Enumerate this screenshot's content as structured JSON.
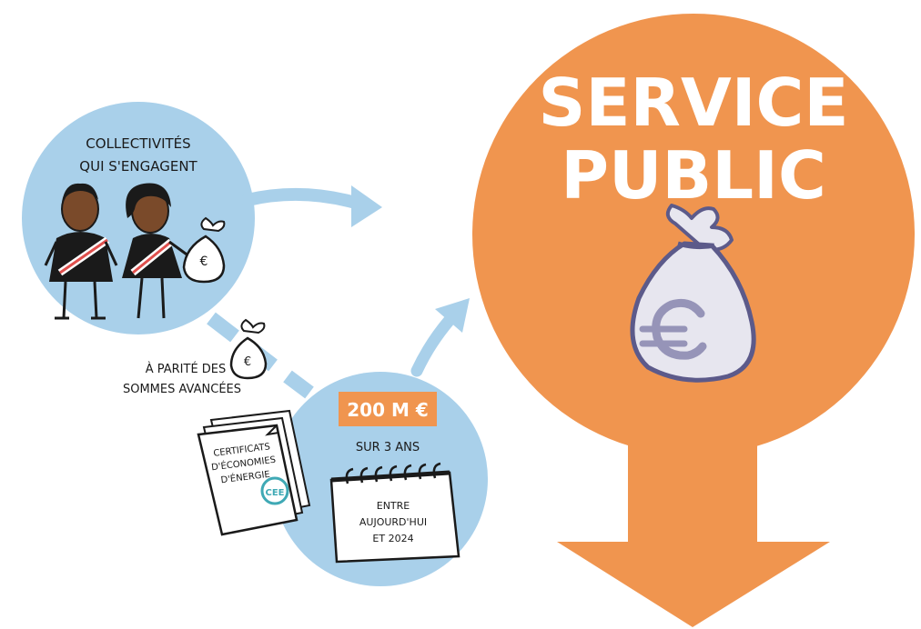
{
  "service": {
    "title_line1": "SERVICE",
    "title_line2": "PUBLIC",
    "color": "#f0954f"
  },
  "collectivites": {
    "label_line1": "COLLECTIVITÉS",
    "label_line2": "QUI S'ENGAGENT",
    "circle_color": "#a9d0ea"
  },
  "parite": {
    "label_line1": "À PARITÉ DES",
    "label_line2": "SOMMES AVANCÉES"
  },
  "funding": {
    "amount": "200 M €",
    "duration": "SUR 3 ANS",
    "badge_color": "#f0954f"
  },
  "calendar": {
    "line1": "ENTRE",
    "line2": "AUJOURD'HUI",
    "line3": "ET 2024"
  },
  "certificate": {
    "line1": "CERTIFICATS",
    "line2": "D'ÉCONOMIES",
    "line3": "D'ÉNERGIE",
    "badge": "CEE",
    "badge_color": "#3fa9b5"
  },
  "icons": [
    "money-bag-icon",
    "calendar-icon",
    "certificate-icon",
    "arrow-icon"
  ]
}
